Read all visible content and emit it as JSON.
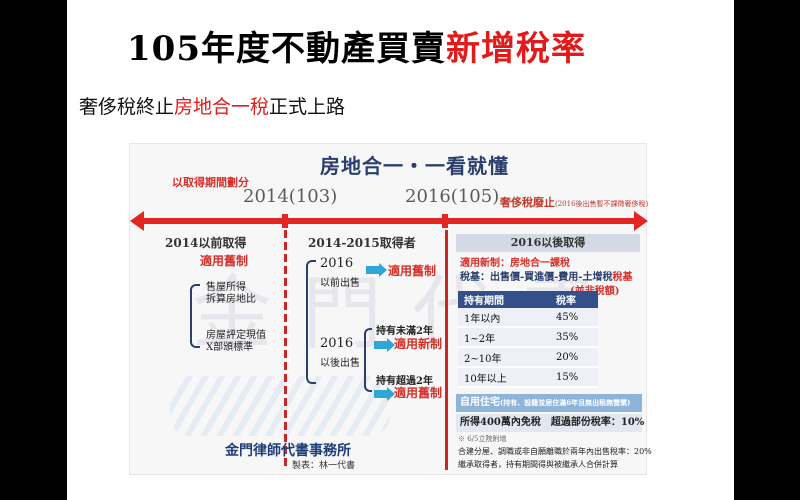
{
  "header": {
    "title_main": "105年度不動產買賣",
    "title_accent": "新增稅率",
    "subtitle_pre": "奢侈稅終止",
    "subtitle_red": "房地合一稅",
    "subtitle_post": "正式上路"
  },
  "infographic": {
    "title": "房地合一・一看就懂",
    "period_note": "以取得期間劃分",
    "year_2014": "2014(103)",
    "year_2016": "2016(105)",
    "luxury_end": "奢侈稅廢止",
    "luxury_small": "(2016後出售暫不課徵奢侈稅)",
    "col1": {
      "heading": "2014以前取得",
      "rule": "適用舊制",
      "item1_line1": "售屋所得",
      "item1_line2": "拆算房地比",
      "item2_line1": "房屋評定現值",
      "item2_line2": "X部頒標準"
    },
    "col2": {
      "heading": "2014-2015取得者",
      "y2016_a": "2016",
      "before_sale": "以前出售",
      "old_rule": "適用舊制",
      "y2016_b": "2016",
      "after_sale": "以後出售",
      "under2": "持有未滿2年",
      "new_rule": "適用新制",
      "over2": "持有超過2年",
      "old_rule2": "適用舊制"
    },
    "col3": {
      "heading": "2016以後取得",
      "applies": "適用新制：房地合一課稅",
      "base_pre": "稅基：出售價-買進價-費用-土增稅",
      "base_red": "稅基",
      "net": "(並非稅額)",
      "table_headers": [
        "持有期間",
        "稅率"
      ],
      "table_rows": [
        [
          "1年以內",
          "45%"
        ],
        [
          "1~2年",
          "35%"
        ],
        [
          "2~10年",
          "20%"
        ],
        [
          "10年以上",
          "15%"
        ]
      ],
      "self_home": "自用住宅",
      "self_home_note": "(持有、設籍並居住滿6年且無出租無營業)",
      "exempt": "所得400萬內免稅　超過部份稅率：10%",
      "note1": "※ 6/5立院附增",
      "note2": "合建分屋、調職或非自願離職於兩年內出售稅率：20%",
      "note3": "繼承取得者，持有期間得與被繼承人合併計算"
    },
    "footer_firm": "金門律師代書事務所",
    "footer_maker": "製表：林一代書",
    "watermark": "金門代書"
  }
}
